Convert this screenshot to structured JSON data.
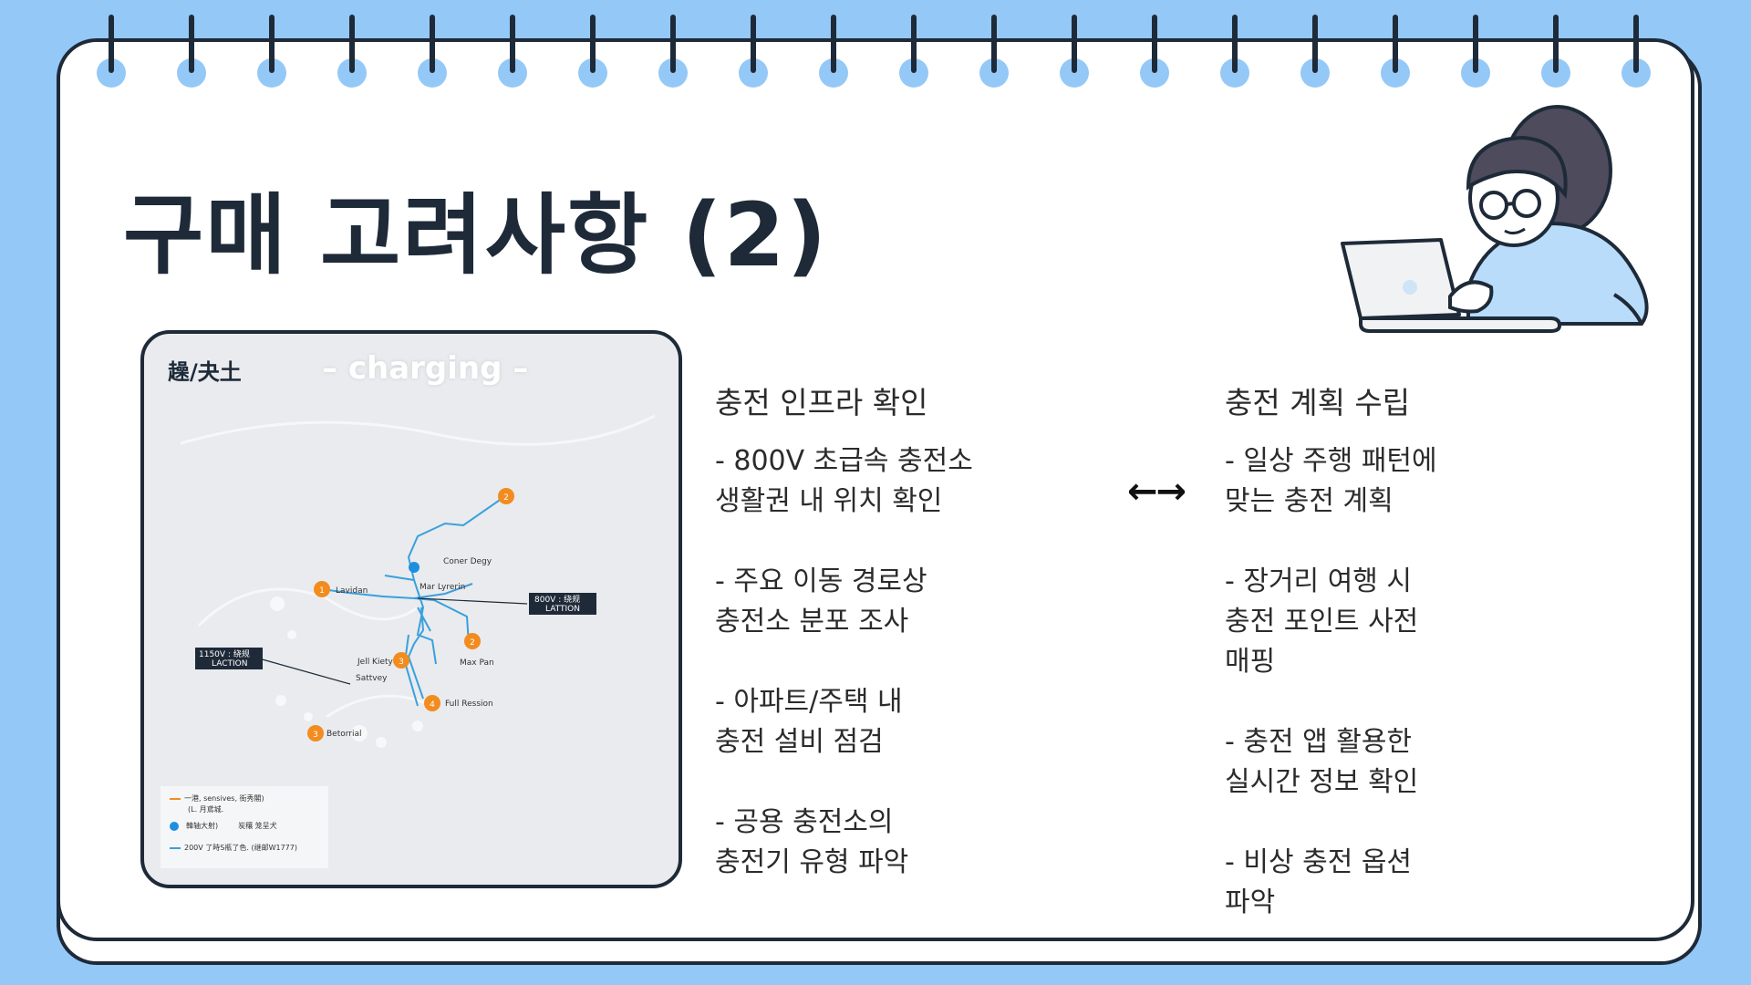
{
  "slide": {
    "title": "구매 고려사항 (2)",
    "colors": {
      "background": "#94c8f7",
      "ink": "#1e2a38",
      "accent_orange": "#f28c1e",
      "route_blue": "#3aa0dc"
    }
  },
  "map": {
    "label_top_left": "趮/夬土",
    "watermark": "– charging –",
    "nodes": [
      {
        "badge": "2",
        "name": ""
      },
      {
        "badge": "",
        "name": "Coner Degy"
      },
      {
        "badge": "1",
        "name": "Lavidan"
      },
      {
        "badge": "",
        "name": "Mar Lyrerin"
      },
      {
        "badge": "2",
        "name": "Max Pan"
      },
      {
        "badge": "3",
        "name": "Jell Kiety"
      },
      {
        "badge": "",
        "name": "Sattvey"
      },
      {
        "badge": "4",
        "name": "Full Ression"
      },
      {
        "badge": "3",
        "name": "Betorrial"
      }
    ],
    "callouts": [
      {
        "line1": "800V : 绕规",
        "line2": "LATTION"
      },
      {
        "line1": "1150V : 绕规",
        "line2": "LACTION"
      }
    ],
    "legend": [
      {
        "icon": "orange-line-icon",
        "text": "一港, sensives, 街秀閣)",
        "sub": "(L. 月鳶城."
      },
      {
        "icon": "blue-dot-icon",
        "text": "韓轴大射)",
        "extra": "炭穰 笼呈犬"
      },
      {
        "icon": "blue-line-icon",
        "text": "200V 了時S瓶了色. (继邮W1777)"
      }
    ]
  },
  "left_column": {
    "heading": "충전 인프라 확인",
    "items": [
      [
        "- 800V 초급속 충전소",
        "생활권 내 위치 확인"
      ],
      [
        "- 주요 이동 경로상",
        "충전소 분포 조사"
      ],
      [
        "- 아파트/주택 내",
        "충전 설비 점검"
      ],
      [
        "- 공용 충전소의",
        "충전기 유형 파악"
      ]
    ]
  },
  "arrow": "←→",
  "right_column": {
    "heading": "충전 계획 수립",
    "items": [
      [
        "- 일상 주행 패턴에",
        "맞는 충전 계획"
      ],
      [
        "- 장거리 여행 시",
        "충전 포인트 사전",
        "매핑"
      ],
      [
        "- 충전 앱 활용한",
        "실시간 정보 확인"
      ],
      [
        "- 비상 충전 옵션",
        "파악"
      ]
    ]
  }
}
